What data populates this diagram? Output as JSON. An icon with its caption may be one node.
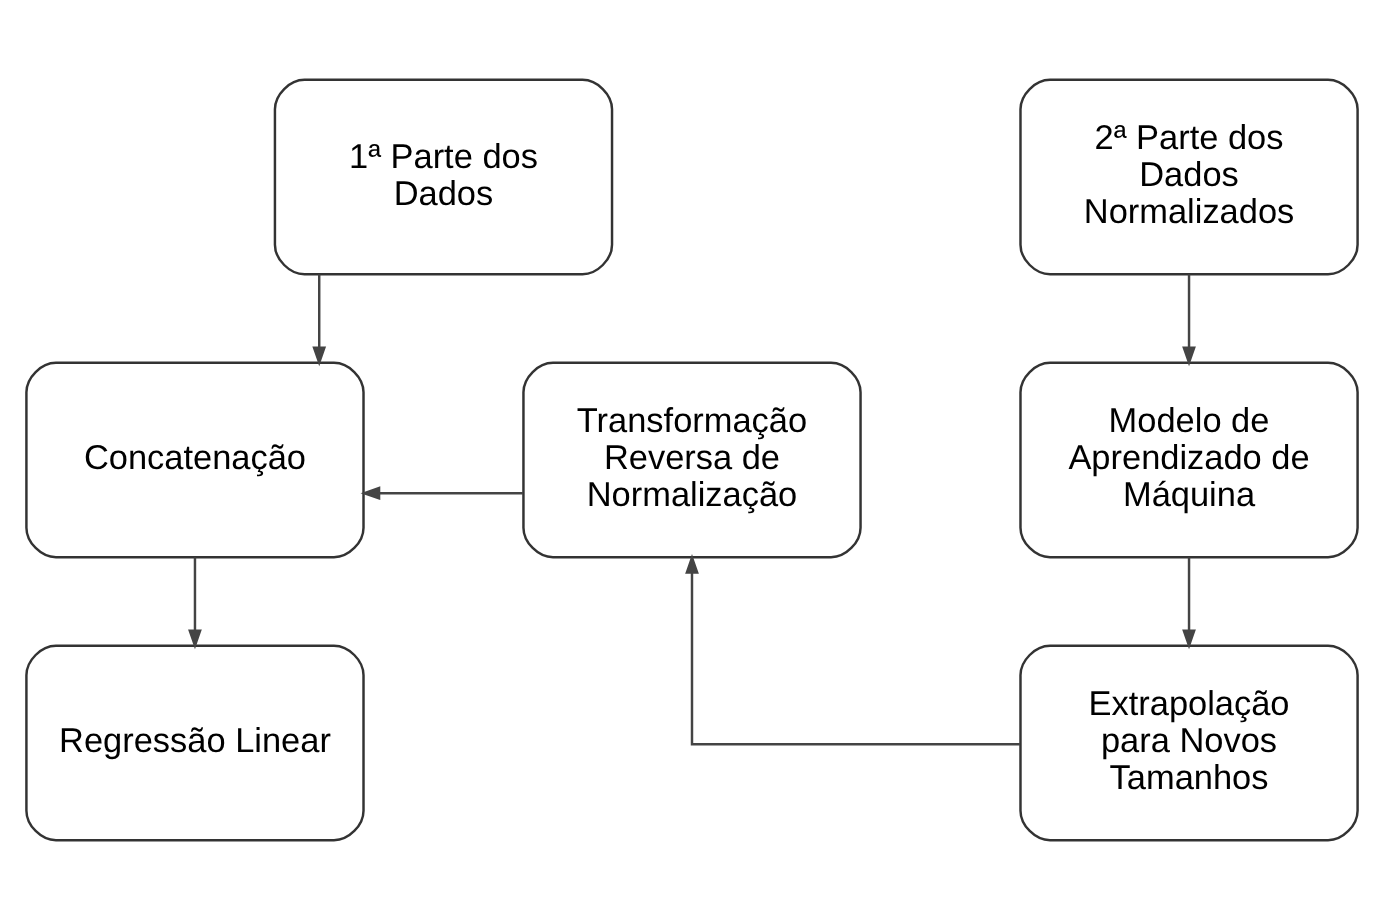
{
  "diagram": {
    "nodes": [
      {
        "text": [
          "1ª Parte dos Dados"
        ]
      },
      {
        "text": [
          "2ª Parte dos Dados Normalizados"
        ]
      },
      {
        "text": [
          "Concatenação"
        ]
      },
      {
        "text": [
          "Modelo de Aprendizado de Máquina"
        ]
      },
      {
        "text": [
          "Transformação Reversa de Normalização"
        ]
      },
      {
        "text": [
          "Regressão Linear"
        ]
      },
      {
        "text": [
          "Extrapolação para Novos Tamanhos"
        ]
      }
    ],
    "edges": [
      {
        "from": 0,
        "to": 2,
        "arrow": "to"
      },
      {
        "from": 1,
        "to": 3,
        "arrow": "to"
      },
      {
        "from": 3,
        "to": 6,
        "arrow": "to"
      },
      {
        "from": 6,
        "to": 4,
        "arrow": "to"
      },
      {
        "from": 4,
        "to": 2,
        "arrow": "to"
      },
      {
        "from": 2,
        "to": 5,
        "arrow": "to"
      }
    ]
  }
}
